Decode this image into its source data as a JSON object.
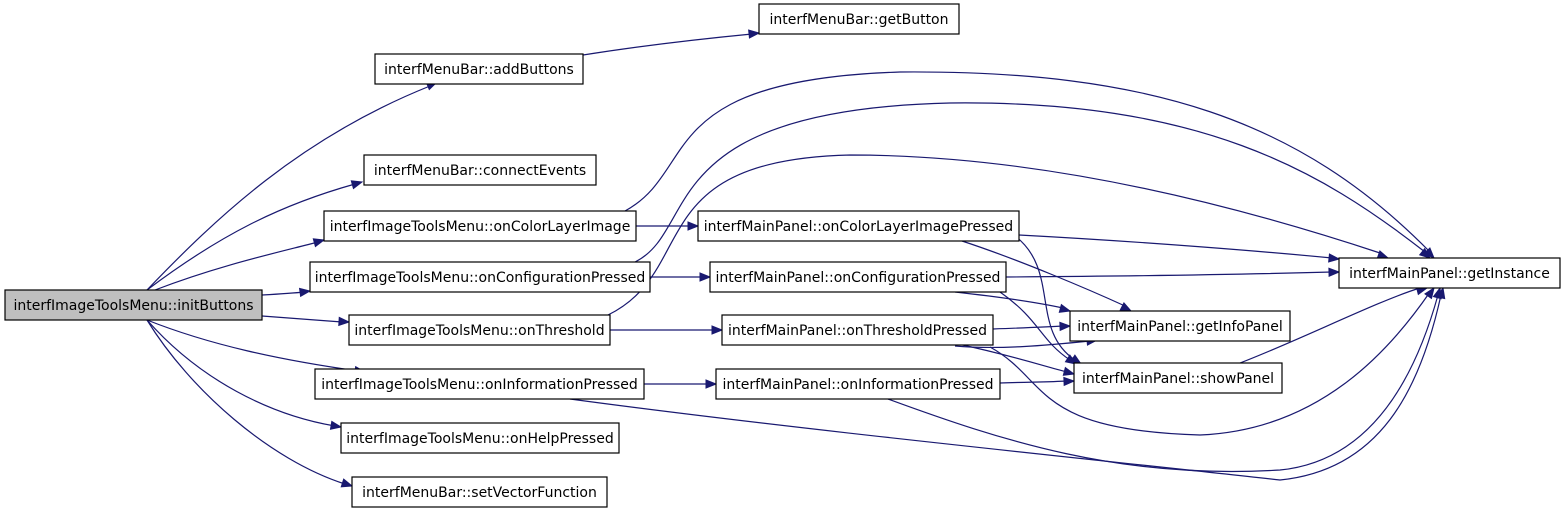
{
  "graph": {
    "title": "",
    "edge_color": "#191970",
    "root_fill": "#bfbfbf",
    "nodes": {
      "initButtons": "interfImageToolsMenu::initButtons",
      "addButtons": "interfMenuBar::addButtons",
      "getButton": "interfMenuBar::getButton",
      "connectEvents": "interfMenuBar::connectEvents",
      "onColorLayerImage": "interfImageToolsMenu::onColorLayerImage",
      "onConfigurationPressed": "interfImageToolsMenu::onConfigurationPressed",
      "onThreshold": "interfImageToolsMenu::onThreshold",
      "onInformationPressed": "interfImageToolsMenu::onInformationPressed",
      "onHelpPressed": "interfImageToolsMenu::onHelpPressed",
      "setVectorFunction": "interfMenuBar::setVectorFunction",
      "mpOnColorLayerImagePressed": "interfMainPanel::onColorLayerImagePressed",
      "mpOnConfigurationPressed": "interfMainPanel::onConfigurationPressed",
      "mpOnThresholdPressed": "interfMainPanel::onThresholdPressed",
      "mpOnInformationPressed": "interfMainPanel::onInformationPressed",
      "getInstance": "interfMainPanel::getInstance",
      "getInfoPanel": "interfMainPanel::getInfoPanel",
      "showPanel": "interfMainPanel::showPanel"
    }
  }
}
